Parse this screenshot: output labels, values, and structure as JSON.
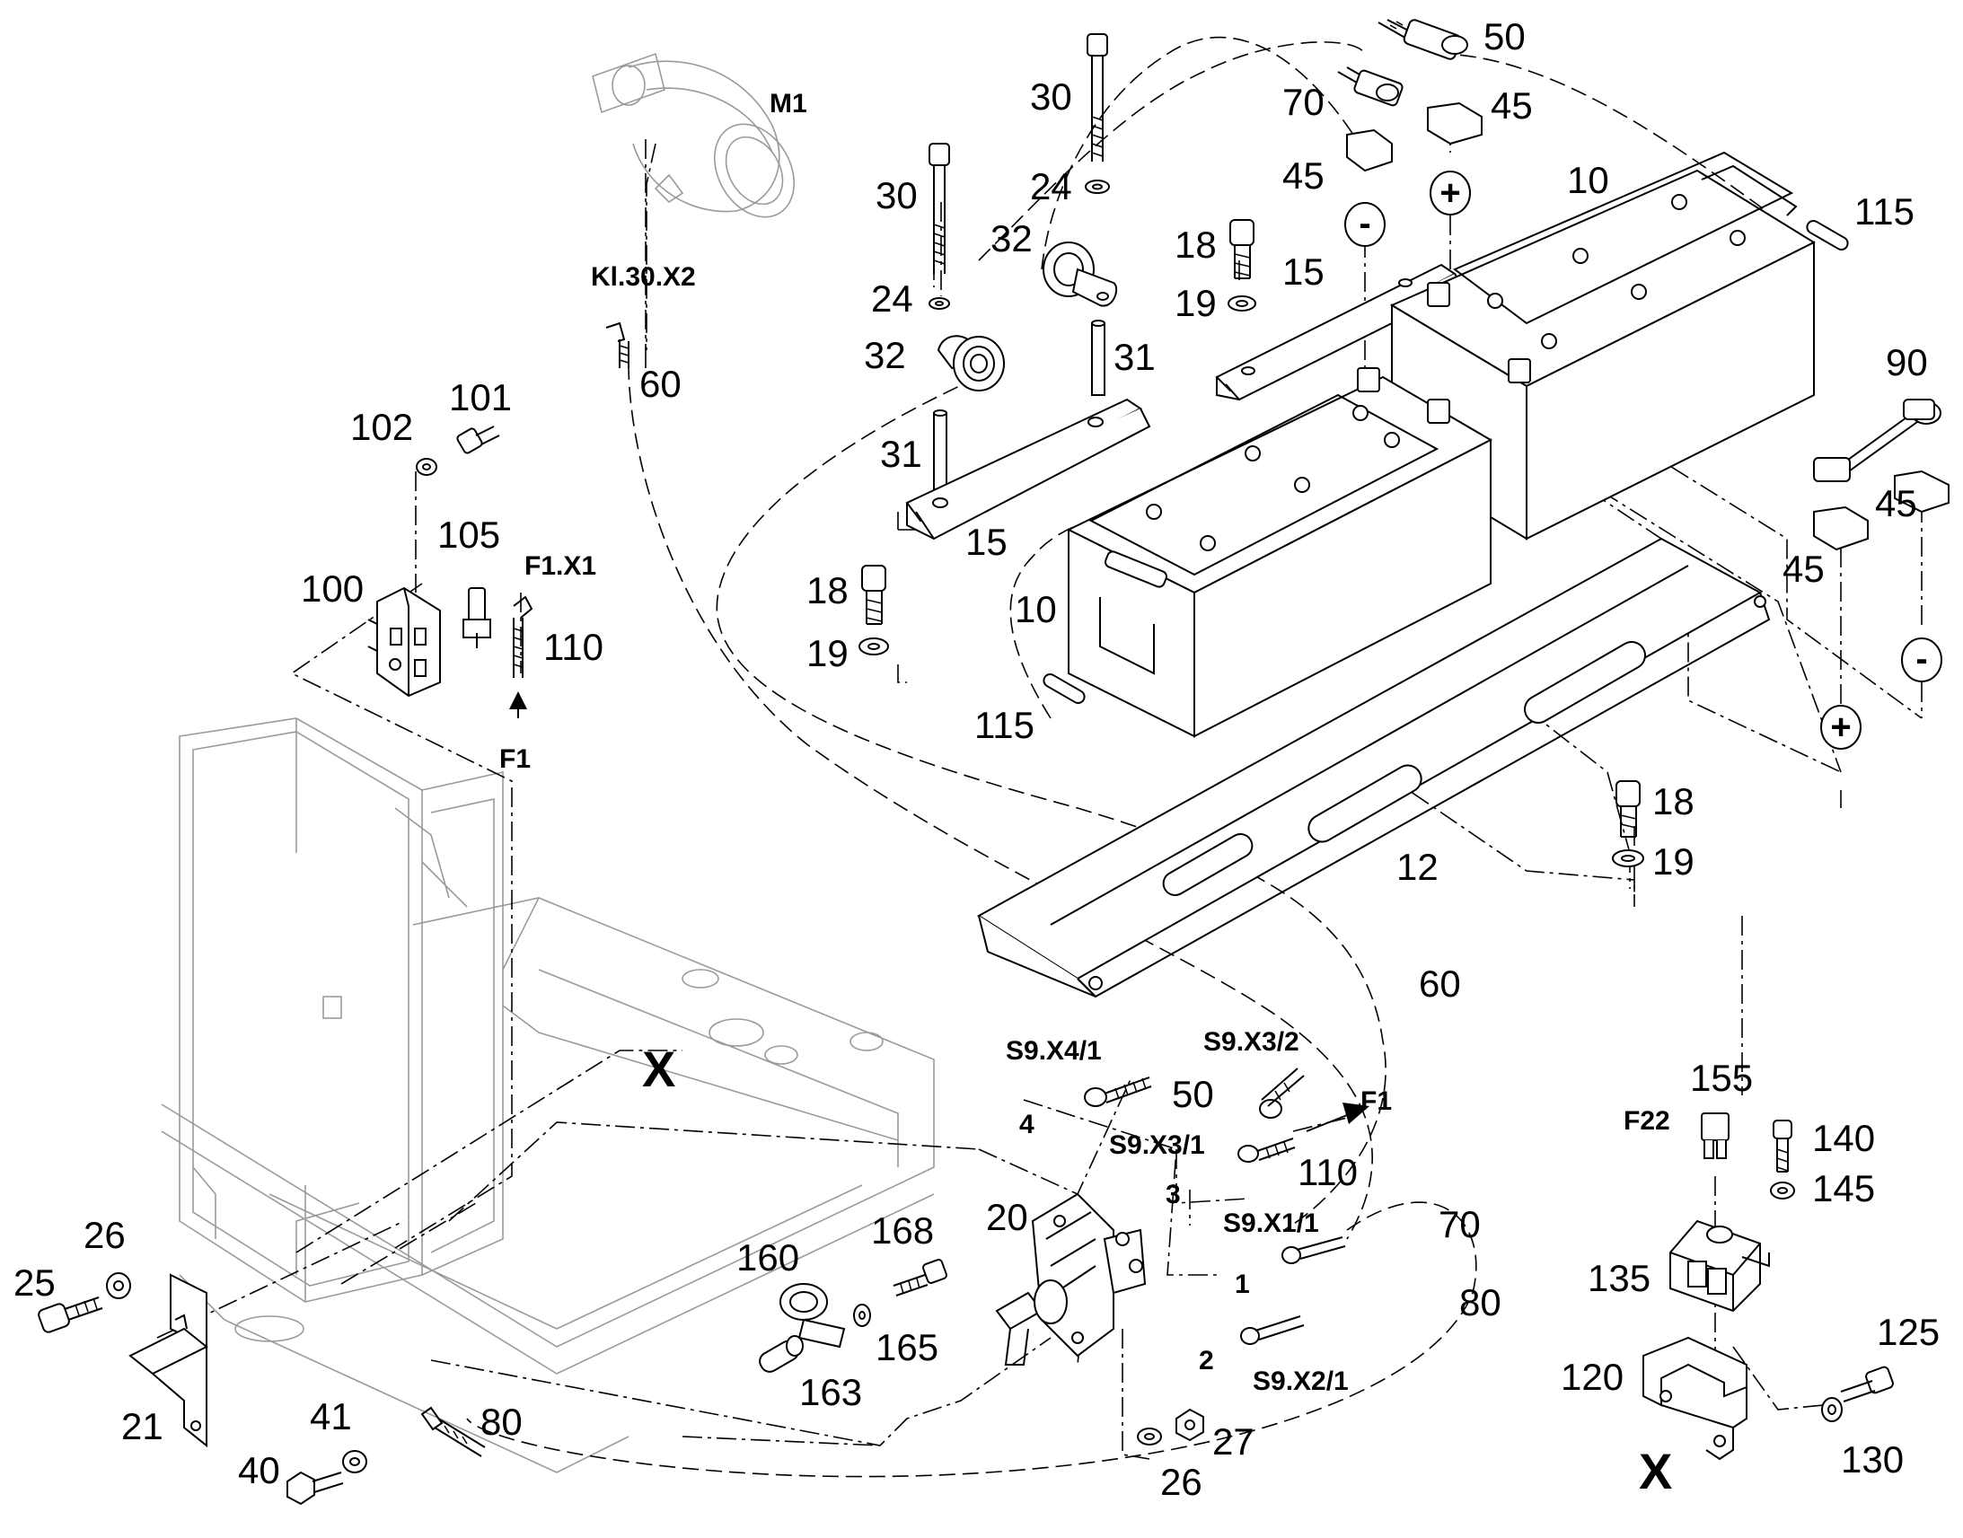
{
  "labels": {
    "m1": "M1",
    "kl30x2": "Kl.30.X2",
    "n60_top": "60",
    "n30_a": "30",
    "n24_a": "24",
    "n30_b": "30",
    "n24_b": "24",
    "n32_a": "32",
    "n32_b": "32",
    "n31_a": "31",
    "n31_b": "31",
    "n15_a": "15",
    "n15_b": "15",
    "n18_a": "18",
    "n19_a": "19",
    "n18_b": "18",
    "n19_b": "19",
    "n18_c": "18",
    "n19_c": "19",
    "n50_top": "50",
    "n70_top": "70",
    "n45_a": "45",
    "n45_b": "45",
    "n45_c": "45",
    "n45_d": "45",
    "n10_a": "10",
    "n10_b": "10",
    "n115_a": "115",
    "n115_b": "115",
    "n90": "90",
    "n12": "12",
    "n101": "101",
    "n102": "102",
    "n105": "105",
    "n100": "100",
    "f1x1": "F1.X1",
    "n110_a": "110",
    "f1_a": "F1",
    "n60_mid": "60",
    "s9x41": "S9.X4/1",
    "s9x32": "S9.X3/2",
    "n50_mid": "50",
    "f1_b": "F1",
    "n4": "4",
    "s9x31": "S9.X3/1",
    "n110_b": "110",
    "n20": "20",
    "n3": "3",
    "s9x11": "S9.X1/1",
    "n70_mid": "70",
    "n1": "1",
    "n80_a": "80",
    "n2": "2",
    "s9x21": "S9.X2/1",
    "n27": "27",
    "n26_a": "26",
    "n26_b": "26",
    "n25": "25",
    "n21": "21",
    "n40": "40",
    "n41": "41",
    "n80_b": "80",
    "n160": "160",
    "n168": "168",
    "n165": "165",
    "n163": "163",
    "x_a": "X",
    "x_b": "X",
    "n155": "155",
    "f22": "F22",
    "n140": "140",
    "n145": "145",
    "n135": "135",
    "n120": "120",
    "n125": "125",
    "n130": "130"
  },
  "polarity": {
    "minus": "-",
    "plus": "+"
  }
}
